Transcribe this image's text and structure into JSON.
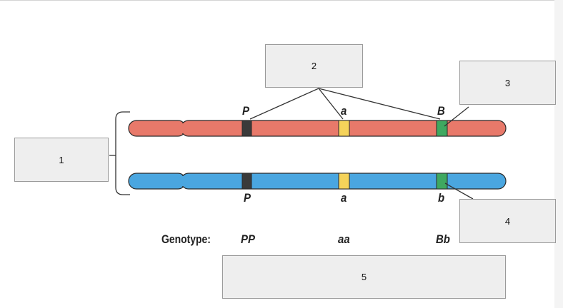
{
  "boxes": {
    "b1": "1",
    "b2": "2",
    "b3": "3",
    "b4": "4",
    "b5": "5"
  },
  "chromosome_top": {
    "color": "#e8796a",
    "genes": [
      {
        "label": "P",
        "color": "#3a3a3a"
      },
      {
        "label": "a",
        "color": "#f5d35a"
      },
      {
        "label": "B",
        "color": "#3fa860"
      }
    ]
  },
  "chromosome_bottom": {
    "color": "#4aa6e0",
    "genes": [
      {
        "label": "P",
        "color": "#3a3a3a"
      },
      {
        "label": "a",
        "color": "#f5d35a"
      },
      {
        "label": "b",
        "color": "#3fa860"
      }
    ]
  },
  "genotype": {
    "title": "Genotype:",
    "values": [
      "PP",
      "aa",
      "Bb"
    ]
  }
}
